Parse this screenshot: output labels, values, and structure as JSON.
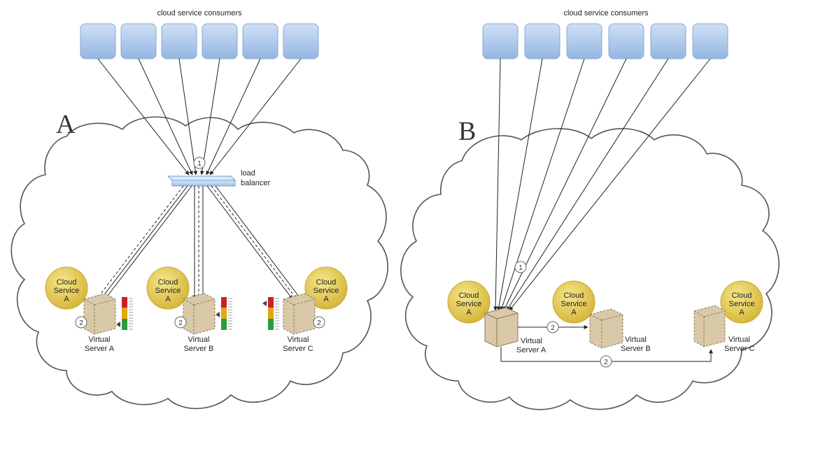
{
  "panel_a": {
    "letter": "A",
    "consumers_label": "cloud service consumers",
    "load_balancer_label_line1": "load",
    "load_balancer_label_line2": "balancer",
    "step1": "1",
    "step2": "2",
    "service_line1": "Cloud",
    "service_line2": "Service",
    "service_line3": "A",
    "server_a_line1": "Virtual",
    "server_a_line2": "Server A",
    "server_b_line1": "Virtual",
    "server_b_line2": "Server B",
    "server_c_line1": "Virtual",
    "server_c_line2": "Server C"
  },
  "panel_b": {
    "letter": "B",
    "consumers_label": "cloud service consumers",
    "step1": "1",
    "step2": "2",
    "service_line1": "Cloud",
    "service_line2": "Service",
    "service_line3": "A",
    "server_a_line1": "Virtual",
    "server_a_line2": "Server A",
    "server_b_line1": "Virtual",
    "server_b_line2": "Server B",
    "server_c_line1": "Virtual",
    "server_c_line2": "Server C"
  },
  "colors": {
    "consumer_fill": "#a9c6ea",
    "service_fill": "#e6c94a",
    "server_fill": "#d9c9a8",
    "gauge_red": "#c8202a",
    "gauge_yellow": "#e3a713",
    "gauge_green": "#2d9a3c",
    "cloud_stroke": "#555555",
    "load_balancer_fill": "#b8d2f0"
  }
}
